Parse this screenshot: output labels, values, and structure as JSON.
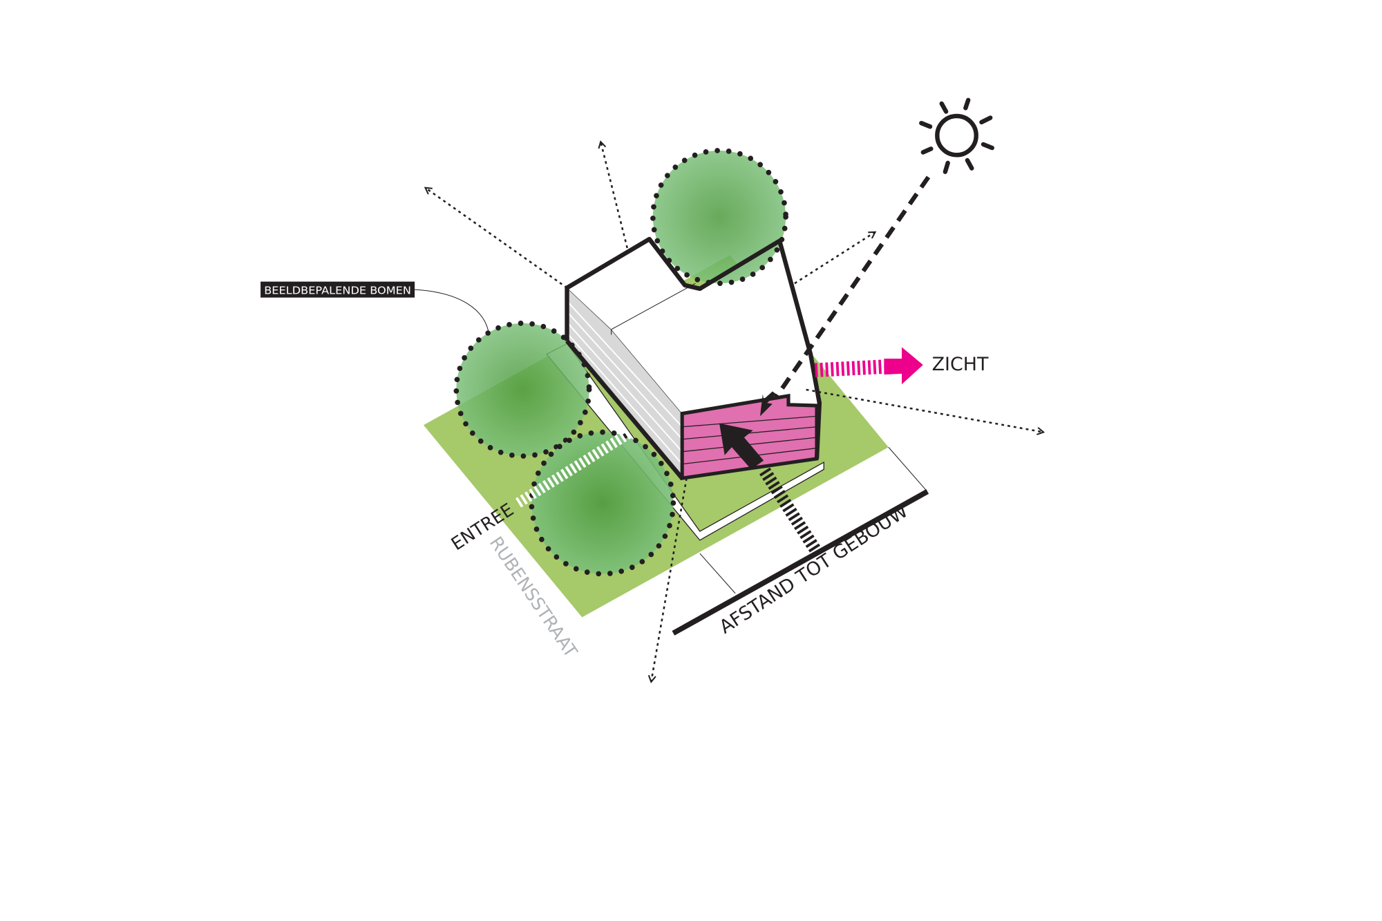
{
  "labels": {
    "trees_label": "BEELDBEPALENDE BOMEN",
    "view": "ZICHT",
    "entrance": "ENTREE",
    "street": "RUBENSSTRAAT",
    "distance": "AFSTAND TOT GEBOUW"
  },
  "colors": {
    "lawn": "#a6c96a",
    "tree": "#5fa84a",
    "tree_light": "#8fcf8f",
    "facade": "#e070b0",
    "view_arrow": "#ec008c",
    "ink": "#231f20",
    "street_text": "#b0b2b5"
  }
}
